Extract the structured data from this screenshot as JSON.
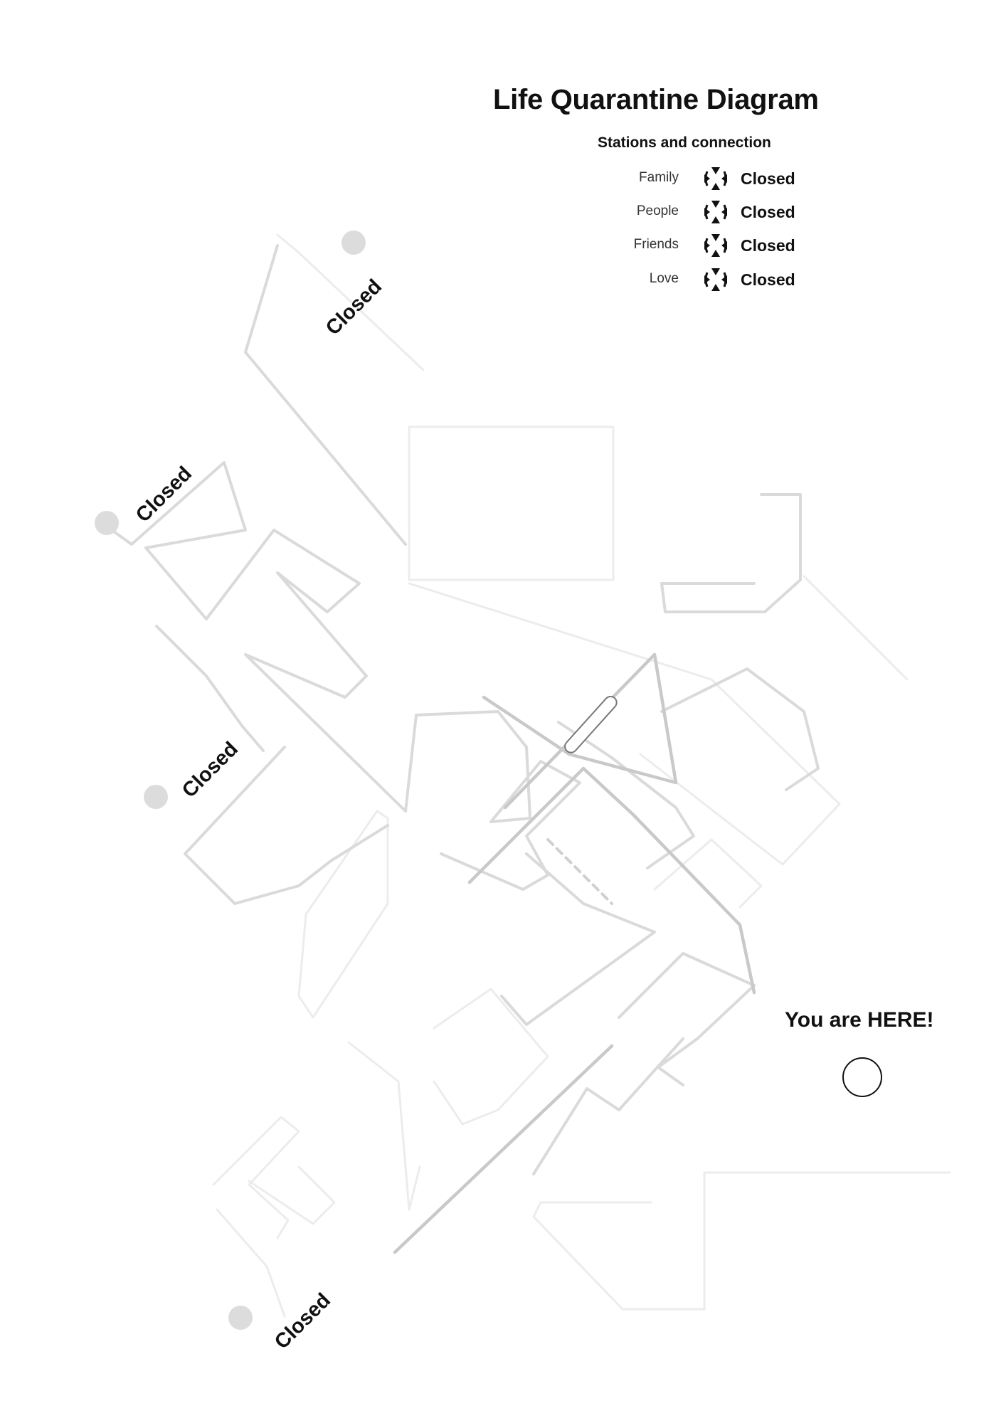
{
  "title": "Life Quarantine Diagram",
  "legend": {
    "heading": "Stations and connection",
    "icon": "closed-station-icon",
    "items": [
      {
        "name": "Family",
        "status": "Closed"
      },
      {
        "name": "People",
        "status": "Closed"
      },
      {
        "name": "Friends",
        "status": "Closed"
      },
      {
        "name": "Love",
        "status": "Closed"
      }
    ]
  },
  "terminals": [
    {
      "label": "Closed"
    },
    {
      "label": "Closed"
    },
    {
      "label": "Closed"
    },
    {
      "label": "Closed"
    }
  ],
  "here": {
    "label": "You are HERE!"
  },
  "colors": {
    "text": "#111111",
    "line_light": "#ececec",
    "line_mid": "#dadada",
    "line_dark": "#c9c9c9",
    "terminal": "#dcdcdc"
  }
}
